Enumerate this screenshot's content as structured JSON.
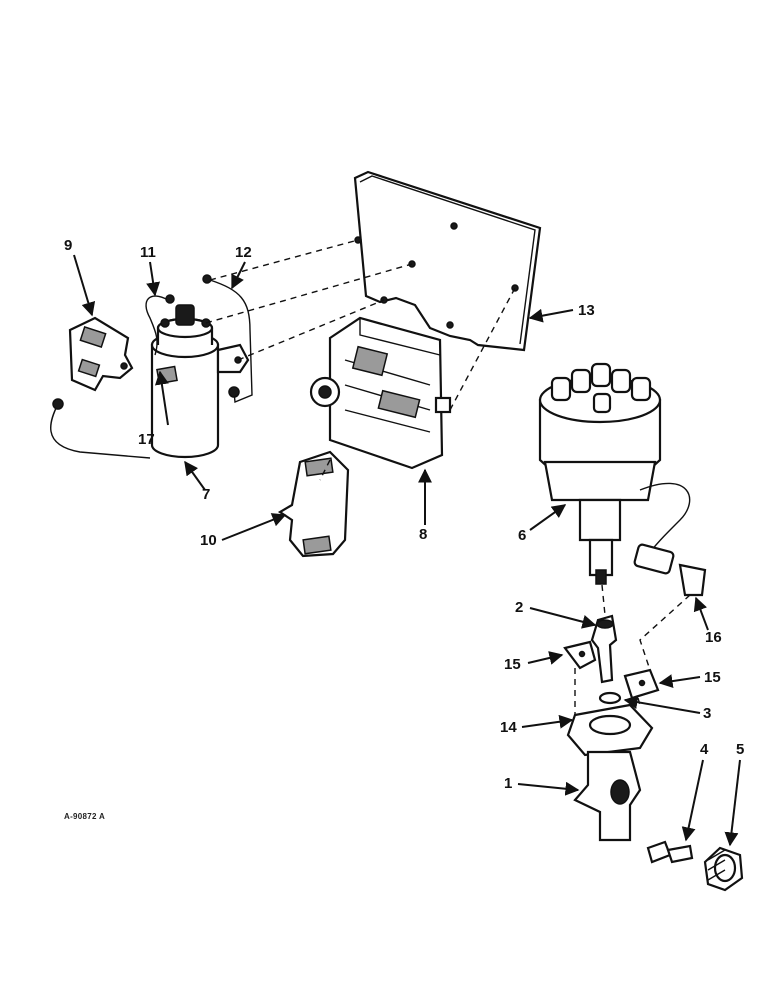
{
  "labels": {
    "p1": "1",
    "p2": "2",
    "p3": "3",
    "p4": "4",
    "p5": "5",
    "p6": "6",
    "p7": "7",
    "p8": "8",
    "p9": "9",
    "p10": "10",
    "p11": "11",
    "p12": "12",
    "p13": "13",
    "p14": "14",
    "p15a": "15",
    "p15b": "15",
    "p16": "16",
    "p17": "17"
  },
  "drawing_code": "A-90872 A"
}
